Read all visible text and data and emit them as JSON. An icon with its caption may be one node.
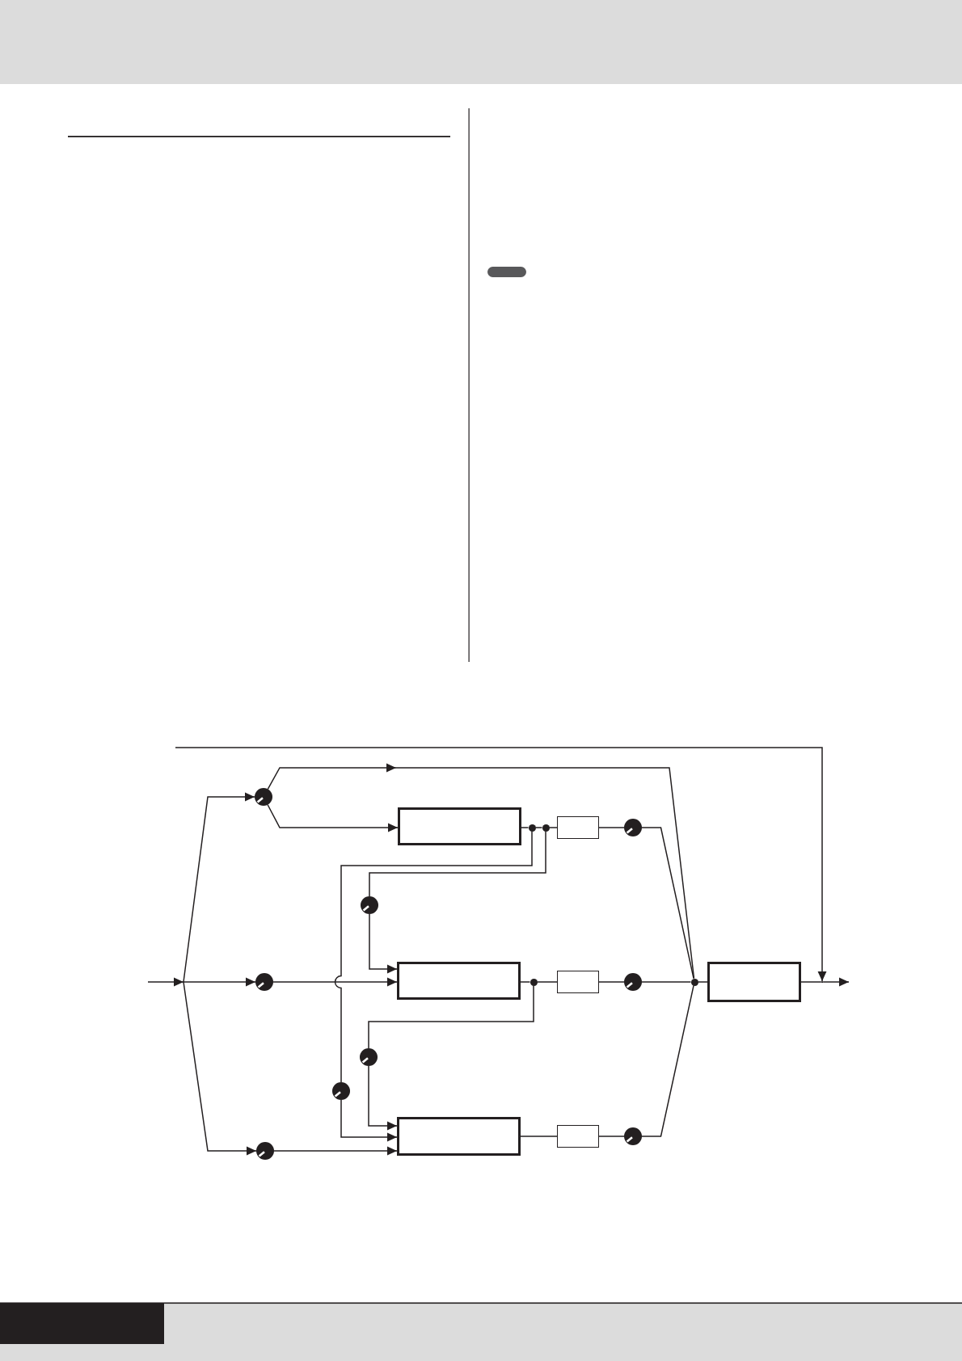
{
  "diagram": {
    "nodes": [
      {
        "text": [],
        "shape": "knob"
      },
      {
        "text": [],
        "shape": "box"
      },
      {
        "text": [],
        "shape": "dot"
      },
      {
        "text": [],
        "shape": "dot"
      },
      {
        "text": [],
        "shape": "box"
      },
      {
        "text": [],
        "shape": "knob"
      },
      {
        "text": [],
        "shape": "knob"
      },
      {
        "text": [],
        "shape": "knob"
      },
      {
        "text": [],
        "shape": "box"
      },
      {
        "text": [],
        "shape": "dot"
      },
      {
        "text": [],
        "shape": "box"
      },
      {
        "text": [],
        "shape": "knob"
      },
      {
        "text": [],
        "shape": "dot"
      },
      {
        "text": [],
        "shape": "box"
      },
      {
        "text": [],
        "shape": "point"
      },
      {
        "text": [],
        "shape": "knob"
      },
      {
        "text": [],
        "shape": "knob"
      },
      {
        "text": [],
        "shape": "knob"
      },
      {
        "text": [],
        "shape": "box"
      },
      {
        "text": [],
        "shape": "box"
      },
      {
        "text": [],
        "shape": "knob"
      }
    ],
    "edges": [
      {
        "from": null,
        "to": 0,
        "arrow": "to"
      },
      {
        "from": null,
        "to": 7,
        "arrow": "to"
      },
      {
        "from": null,
        "to": 17,
        "arrow": "to"
      },
      {
        "from": 0,
        "to": 12,
        "arrow": "to"
      },
      {
        "from": 0,
        "to": 1,
        "arrow": "to"
      },
      {
        "from": 1,
        "to": 2,
        "arrow": "none"
      },
      {
        "from": 2,
        "to": 3,
        "arrow": "none"
      },
      {
        "from": 3,
        "to": 4,
        "arrow": "none"
      },
      {
        "from": 4,
        "to": 5,
        "arrow": "none"
      },
      {
        "from": 5,
        "to": 12,
        "arrow": "none"
      },
      {
        "from": 2,
        "to": 16,
        "arrow": "none"
      },
      {
        "from": 16,
        "to": 18,
        "arrow": "to"
      },
      {
        "from": 3,
        "to": 6,
        "arrow": "none"
      },
      {
        "from": 6,
        "to": 8,
        "arrow": "to"
      },
      {
        "from": 7,
        "to": 8,
        "arrow": "to"
      },
      {
        "from": 8,
        "to": 9,
        "arrow": "none"
      },
      {
        "from": 9,
        "to": 10,
        "arrow": "none"
      },
      {
        "from": 10,
        "to": 11,
        "arrow": "none"
      },
      {
        "from": 11,
        "to": 12,
        "arrow": "none"
      },
      {
        "from": 9,
        "to": 15,
        "arrow": "none"
      },
      {
        "from": 15,
        "to": 18,
        "arrow": "to"
      },
      {
        "from": 17,
        "to": 18,
        "arrow": "to"
      },
      {
        "from": 18,
        "to": 19,
        "arrow": "none"
      },
      {
        "from": 19,
        "to": 20,
        "arrow": "none"
      },
      {
        "from": 20,
        "to": 12,
        "arrow": "none"
      },
      {
        "from": 12,
        "to": 13,
        "arrow": "none"
      },
      {
        "from": 13,
        "to": 14,
        "arrow": "none"
      },
      {
        "from": 14,
        "to": null,
        "arrow": "to"
      },
      {
        "from": null,
        "to": 14,
        "arrow": "to"
      }
    ]
  }
}
